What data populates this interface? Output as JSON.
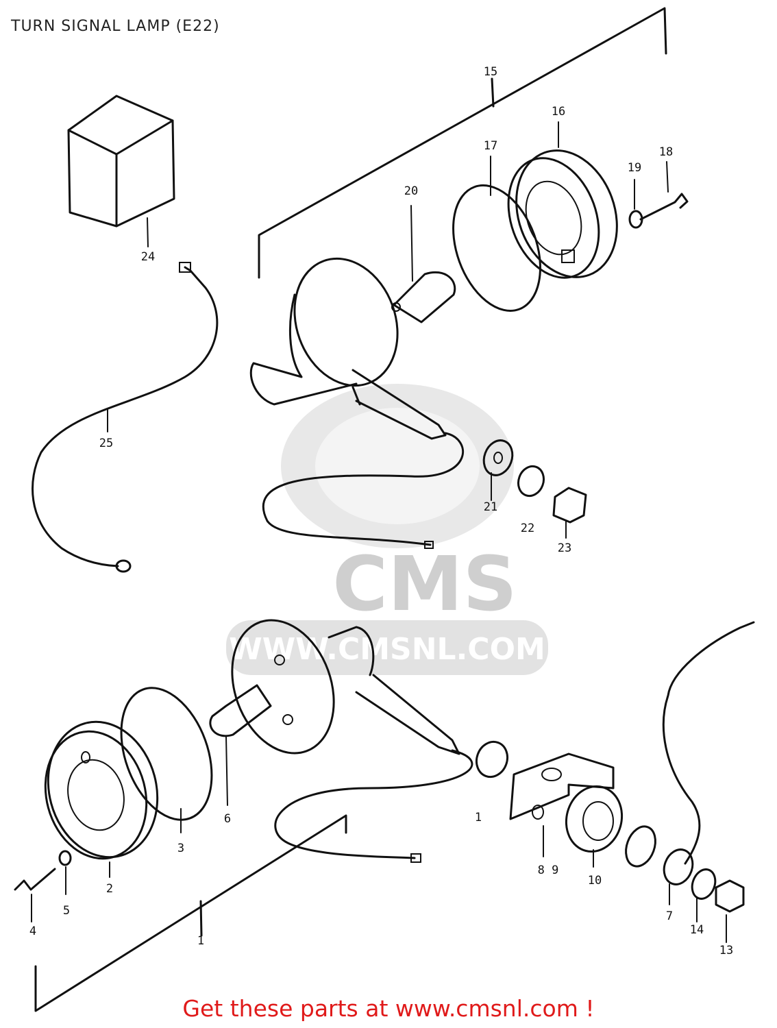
{
  "header": {
    "title": "TURN SIGNAL LAMP (E22)"
  },
  "watermark": {
    "brand": "CMS",
    "url": "WWW.CMSNL.COM"
  },
  "footer": {
    "link_text": "Get these parts at www.cmsnl.com !",
    "color": "#e01a1a"
  },
  "callouts": [
    {
      "id": "15",
      "text": "15"
    },
    {
      "id": "16",
      "text": "16"
    },
    {
      "id": "17",
      "text": "17"
    },
    {
      "id": "18",
      "text": "18"
    },
    {
      "id": "19",
      "text": "19"
    },
    {
      "id": "20",
      "text": "20"
    },
    {
      "id": "24",
      "text": "24"
    },
    {
      "id": "25",
      "text": "25"
    },
    {
      "id": "21",
      "text": "21"
    },
    {
      "id": "22",
      "text": "22"
    },
    {
      "id": "23",
      "text": "23"
    },
    {
      "id": "1a",
      "text": "1"
    },
    {
      "id": "2",
      "text": "2"
    },
    {
      "id": "3",
      "text": "3"
    },
    {
      "id": "4",
      "text": "4"
    },
    {
      "id": "5",
      "text": "5"
    },
    {
      "id": "6",
      "text": "6"
    },
    {
      "id": "89",
      "text": "8 9"
    },
    {
      "id": "10",
      "text": "10"
    },
    {
      "id": "7",
      "text": "7"
    },
    {
      "id": "14",
      "text": "14"
    },
    {
      "id": "13",
      "text": "13"
    },
    {
      "id": "1b",
      "text": "1"
    }
  ]
}
